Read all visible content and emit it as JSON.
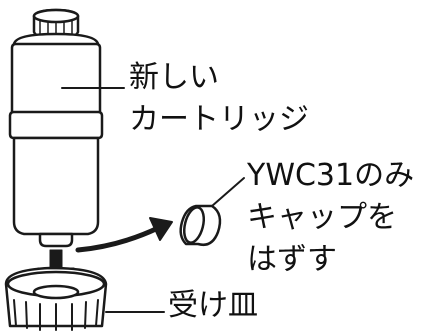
{
  "labels": {
    "new_cartridge_line1": "新しい",
    "new_cartridge_line2": "カートリッジ",
    "cap_line1": "YWC31のみ",
    "cap_line2": "キャップを",
    "cap_line3": "はずす",
    "receiving_dish": "受け皿"
  },
  "colors": {
    "stroke": "#1a1a1a",
    "fill": "#ffffff"
  }
}
